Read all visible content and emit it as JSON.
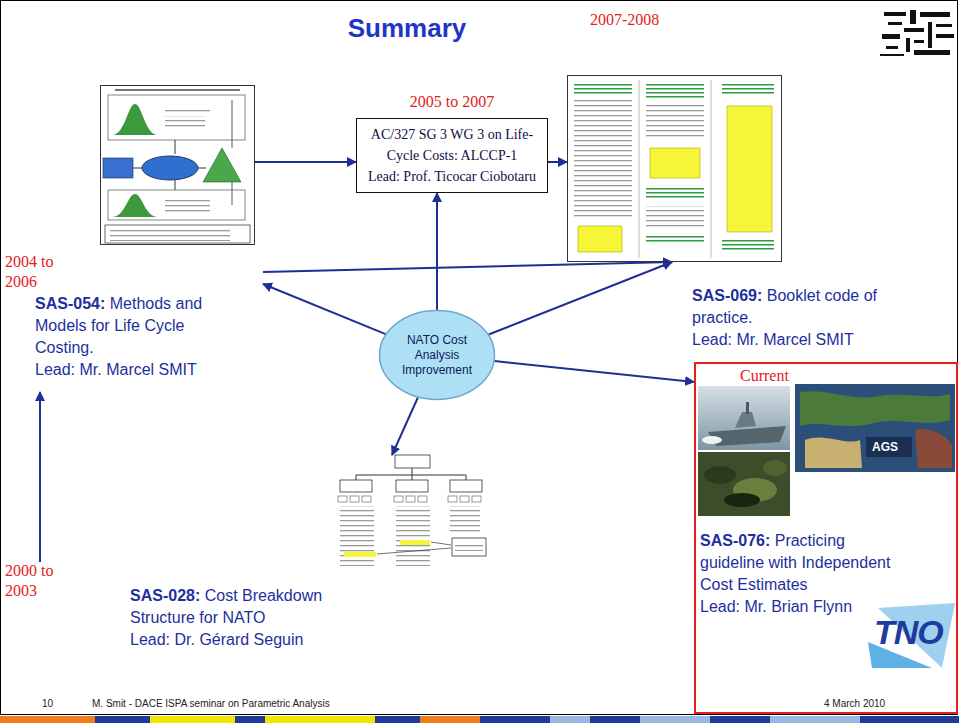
{
  "diagram": {
    "title": "Summary",
    "nodes": [
      {
        "text": [
          "2004 to 2006",
          "SAS-054:",
          "Methods and Models for Life Cycle Costing.",
          "Lead: Mr. Marcel SMIT"
        ]
      },
      {
        "text": [
          "2005 to 2007",
          "AC/327 SG 3 WG 3 on Life-Cycle Costs: ALCCP-1",
          "Lead: Prof. Ticocar Ciobotaru"
        ]
      },
      {
        "text": [
          "2007-2008",
          "SAS-069:",
          "Booklet code of practice.",
          "Lead: Mr. Marcel SMIT"
        ]
      },
      {
        "text": [
          "NATO Cost Analysis Improvement"
        ]
      },
      {
        "text": [
          "2000 to 2003",
          "SAS-028:",
          "Cost Breakdown Structure for NATO",
          "Lead: Dr. Gérard Seguin"
        ]
      },
      {
        "text": [
          "Current",
          "SAS-076:",
          "Practicing guideline with Independent Cost Estimates",
          "Lead: Mr. Brian Flynn"
        ]
      }
    ],
    "edges": [
      {
        "from": 0,
        "to": 1,
        "arrow": "to"
      },
      {
        "from": 1,
        "to": 2,
        "arrow": "to"
      },
      {
        "from": 0,
        "to": 2,
        "arrow": "to"
      },
      {
        "from": 3,
        "to": 1,
        "arrow": "to"
      },
      {
        "from": 3,
        "to": 0,
        "arrow": "to"
      },
      {
        "from": 3,
        "to": 2,
        "arrow": "to"
      },
      {
        "from": 3,
        "to": 4,
        "arrow": "to"
      },
      {
        "from": 3,
        "to": 5,
        "arrow": "to"
      },
      {
        "from": 4,
        "to": 0,
        "arrow": "to"
      }
    ],
    "labels": [
      "AGS",
      "TNO",
      "10",
      "M. Smit - DACE ISPA seminar on Parametric Analysis",
      "4 March 2010"
    ]
  }
}
